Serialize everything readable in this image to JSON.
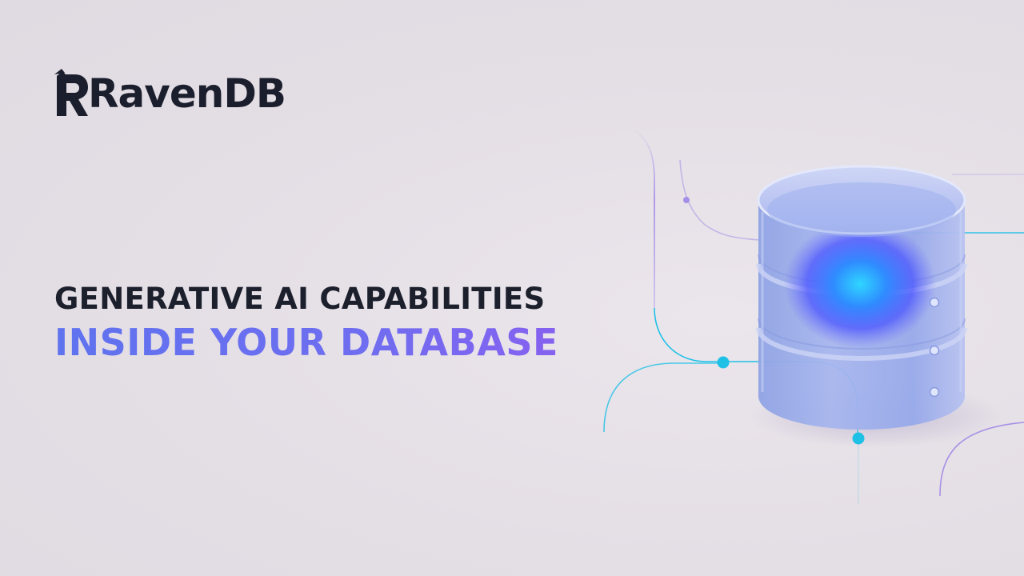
{
  "brand": {
    "name": "RavenDB",
    "color": "#1b1e2c"
  },
  "headline": {
    "line1": "GENERATIVE AI CAPABILITIES",
    "line2": "INSIDE YOUR DATABASE",
    "line1_color": "#1c1f2c",
    "line2_gradient": [
      "#5f73ef",
      "#8c5ef0"
    ]
  },
  "illustration": {
    "subject": "database-cylinder-icon",
    "accent_cyan": "#1fc0e6",
    "accent_purple": "#9a7ee8",
    "glow_color": "#3f6bff"
  },
  "background": "#e5dfe6"
}
